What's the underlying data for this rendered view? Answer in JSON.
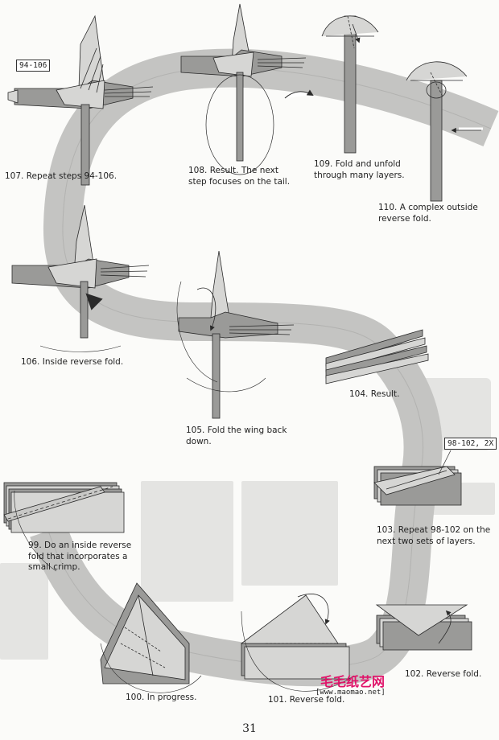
{
  "page_number": "31",
  "steps": {
    "s107": "107. Repeat steps 94-106.",
    "s108": "108. Result. The next\nstep focuses on the tail.",
    "s109": "109. Fold and unfold\nthrough many layers.",
    "s110": "110.  A complex outside\nreverse fold.",
    "s106": "106. Inside reverse fold.",
    "s105": "105. Fold the wing back\ndown.",
    "s104": "104. Result.",
    "s103": "103. Repeat 98-102 on the\nnext two sets of layers.",
    "s99": "99. Do an inside reverse\nfold that incorporates a\nsmall crimp.",
    "s100": "100. In progress.",
    "s101": "101. Reverse fold.",
    "s102": "102. Reverse fold."
  },
  "labels": {
    "ref_94_106": "94-106",
    "ref_98_102": "98-102, 2X"
  },
  "watermark": {
    "text": "毛毛纸艺网",
    "url": "[www.maomao.net]"
  },
  "colors": {
    "path_band": "#c4c4c2",
    "paper_gray": "#9a9a98",
    "paper_light": "#d6d6d4",
    "line": "#2a2a2a",
    "watermark": "#e0146a"
  }
}
